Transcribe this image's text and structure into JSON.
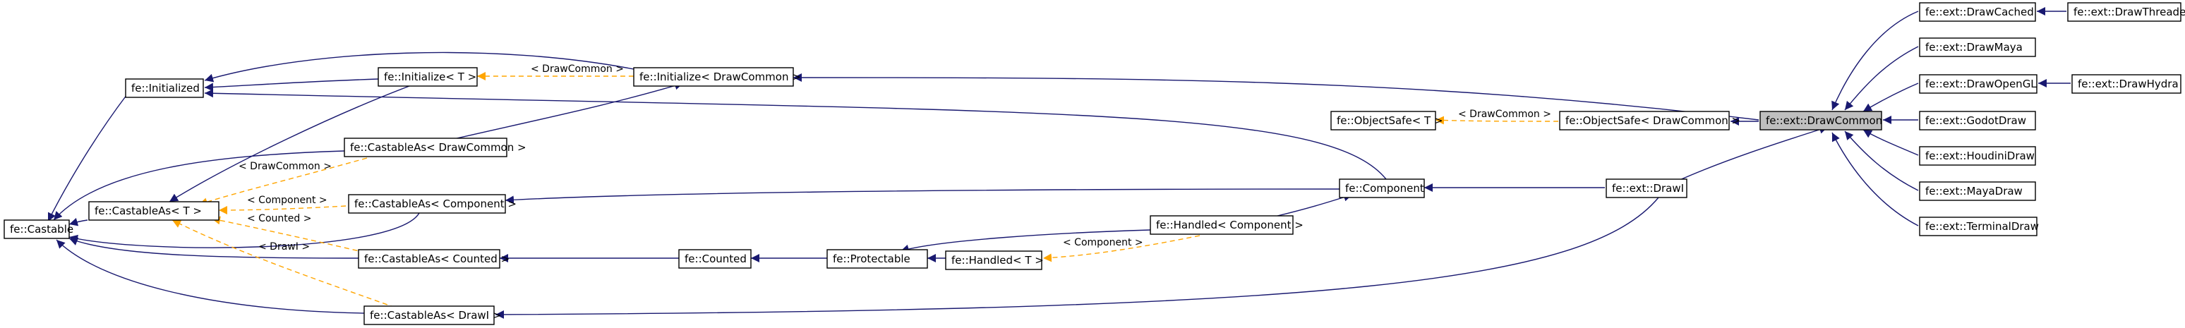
{
  "nodes": {
    "castable": "fe::Castable",
    "initialized": "fe::Initialized",
    "castable_as_t": "fe::CastableAs< T >",
    "initialize_t": "fe::Initialize< T >",
    "castable_as_drawcommon": "fe::CastableAs< DrawCommon >",
    "castable_as_component": "fe::CastableAs< Component >",
    "castable_as_counted": "fe::CastableAs< Counted >",
    "castable_as_drawi": "fe::CastableAs< DrawI >",
    "initialize_drawcommon": "fe::Initialize< DrawCommon >",
    "counted": "fe::Counted",
    "protectable": "fe::Protectable",
    "handled_t": "fe::Handled< T >",
    "handled_component": "fe::Handled< Component >",
    "component": "fe::Component",
    "objectsafe_t": "fe::ObjectSafe< T >",
    "objectsafe_drawcommon": "fe::ObjectSafe< DrawCommon >",
    "drawi": "fe::ext::DrawI",
    "drawcommon": "fe::ext::DrawCommon",
    "drawcached": "fe::ext::DrawCached",
    "drawthreaded": "fe::ext::DrawThreaded",
    "drawmaya": "fe::ext::DrawMaya",
    "drawopengl": "fe::ext::DrawOpenGL",
    "drawhydra": "fe::ext::DrawHydra",
    "godotdraw": "fe::ext::GodotDraw",
    "houdinidraw": "fe::ext::HoudiniDraw",
    "mayadraw": "fe::ext::MayaDraw",
    "terminaldraw": "fe::ext::TerminalDraw"
  },
  "edge_labels": {
    "drawcommon_initialize": "< DrawCommon >",
    "drawcommon_castable": "< DrawCommon >",
    "component_castable": "< Component >",
    "counted_castable": "< Counted >",
    "drawi_castable": "< DrawI >",
    "component_handled": "< Component >",
    "drawcommon_objectsafe": "< DrawCommon >"
  },
  "colors": {
    "inheritance": "#191970",
    "template": "#ffa500",
    "highlight_fill": "#bfbfbf"
  }
}
